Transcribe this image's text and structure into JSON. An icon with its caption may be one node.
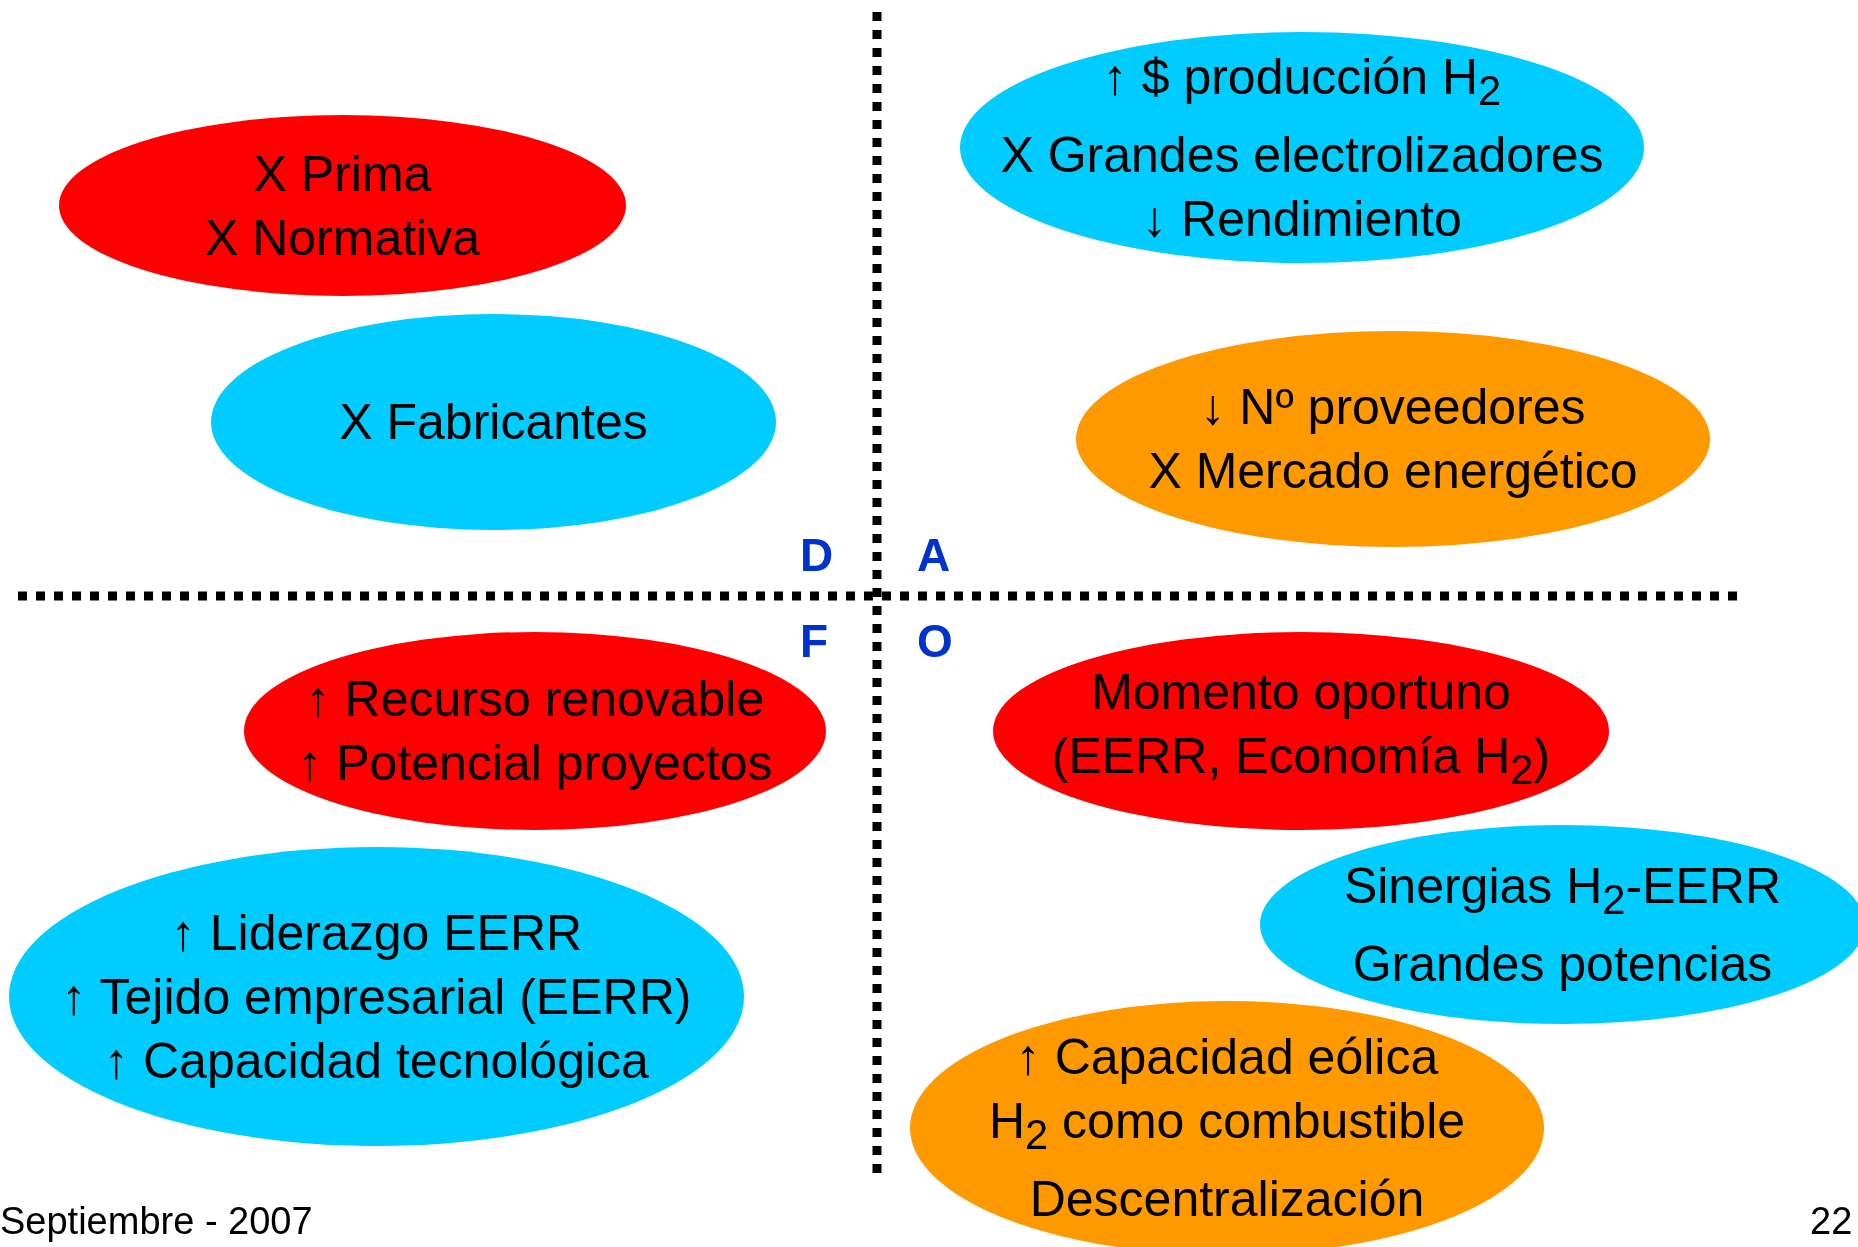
{
  "diagram": {
    "nodes": [
      {
        "text": [
          "X Prima",
          "X Normativa"
        ]
      },
      {
        "text": [
          "X Fabricantes"
        ]
      },
      {
        "text": [
          "↑ $ producción H$_{2}$",
          "X Grandes electrolizadores",
          "↓ Rendimiento"
        ]
      },
      {
        "text": [
          "↓ Nº proveedores",
          "X Mercado energético"
        ]
      },
      {
        "text": [
          "↑ Recurso renovable",
          "↑ Potencial proyectos"
        ]
      },
      {
        "text": [
          "↑ Liderazgo EERR",
          "↑ Tejido empresarial (EERR)",
          "↑ Capacidad tecnológica"
        ]
      },
      {
        "text": [
          "Momento oportuno",
          "(EERR, Economía H$_{2}$)"
        ]
      },
      {
        "text": [
          "Sinergias H$_{2}$-EERR",
          "Grandes potencias"
        ]
      },
      {
        "text": [
          "↑ Capacidad eólica",
          "H$_{2}$ como combustible",
          "Descentralización"
        ]
      }
    ],
    "labels": [
      "D",
      "A",
      "F",
      "O",
      "Septiembre - 2007",
      "22"
    ]
  }
}
